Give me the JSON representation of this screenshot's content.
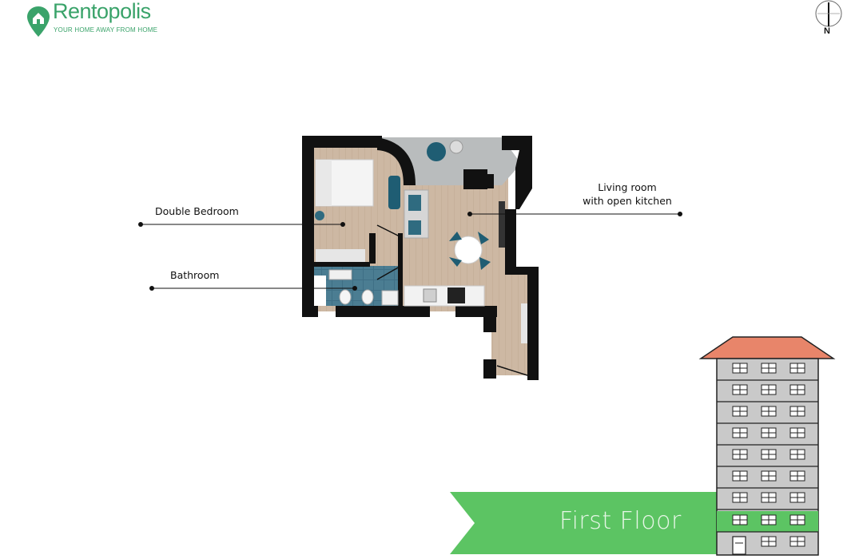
{
  "brand": {
    "name": "Rentopolis",
    "tagline": "YOUR HOME AWAY FROM HOME",
    "color": "#3aa36a"
  },
  "compass": {
    "label": "N",
    "icon": "compass-icon"
  },
  "rooms": {
    "double_bedroom": "Double Bedroom",
    "bathroom": "Bathroom",
    "living_room_line1": "Living room",
    "living_room_line2": "with open kitchen"
  },
  "floor_banner": {
    "label": "First Floor",
    "color": "#5cc463"
  },
  "building": {
    "roof_color": "#e8856a",
    "facade_color": "#c9c9c9",
    "highlight_color": "#5cc463",
    "floors_total": 9,
    "highlighted_floor": "First Floor"
  }
}
